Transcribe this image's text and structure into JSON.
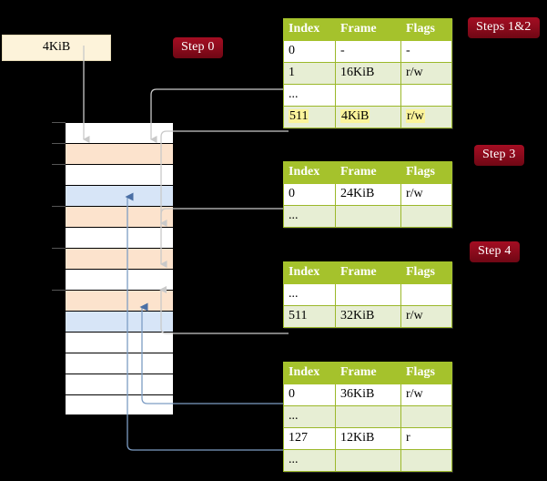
{
  "diagram": {
    "title": "Page table walk",
    "background": "#000000",
    "colors": {
      "header_green": "#a5c22c",
      "row_alt": "#e7eed4",
      "badge_red": "#8e0b1d",
      "mem_peach": "#fce3cd",
      "mem_blue": "#d7e5f7",
      "page_box": "#fdf3da",
      "highlight_yellow": "#fbf49b",
      "wire_gray": "#c9c9c9",
      "wire_blue": "#7d9dc4"
    }
  },
  "page_box": {
    "label": "4KiB"
  },
  "badges": [
    {
      "name": "step-0",
      "label": "Step 0"
    },
    {
      "name": "steps-1-2",
      "label": "Steps 1&2"
    },
    {
      "name": "step-3",
      "label": "Step 3"
    },
    {
      "name": "step-4",
      "label": "Step 4"
    }
  ],
  "memory_column": {
    "name": "physical-memory-column",
    "rows": [
      {
        "fill": "white"
      },
      {
        "fill": "peach"
      },
      {
        "fill": "white"
      },
      {
        "fill": "blue"
      },
      {
        "fill": "peach"
      },
      {
        "fill": "white"
      },
      {
        "fill": "peach"
      },
      {
        "fill": "white"
      },
      {
        "fill": "peach"
      },
      {
        "fill": "blue"
      },
      {
        "fill": "white"
      },
      {
        "fill": "white"
      },
      {
        "fill": "white"
      },
      {
        "fill": "white"
      }
    ]
  },
  "tables": [
    {
      "name": "page-table-level-4",
      "columns": [
        "Index",
        "Frame",
        "Flags"
      ],
      "rows": [
        {
          "style": "plain",
          "cells": [
            "0",
            "-",
            "-"
          ],
          "highlight": false
        },
        {
          "style": "alt",
          "cells": [
            "1",
            "16KiB",
            "r/w"
          ],
          "highlight": false
        },
        {
          "style": "plain",
          "cells": [
            "...",
            "",
            ""
          ],
          "highlight": false
        },
        {
          "style": "alt",
          "cells": [
            "511",
            "4KiB",
            "r/w"
          ],
          "highlight": true
        }
      ]
    },
    {
      "name": "page-table-level-3",
      "columns": [
        "Index",
        "Frame",
        "Flags"
      ],
      "rows": [
        {
          "style": "plain",
          "cells": [
            "0",
            "24KiB",
            "r/w"
          ],
          "highlight": false
        },
        {
          "style": "alt",
          "cells": [
            "...",
            "",
            ""
          ],
          "highlight": false
        }
      ]
    },
    {
      "name": "page-table-level-2",
      "columns": [
        "Index",
        "Frame",
        "Flags"
      ],
      "rows": [
        {
          "style": "plain",
          "cells": [
            "...",
            "",
            ""
          ],
          "highlight": false
        },
        {
          "style": "alt",
          "cells": [
            "511",
            "32KiB",
            "r/w"
          ],
          "highlight": false
        }
      ]
    },
    {
      "name": "page-table-level-1",
      "columns": [
        "Index",
        "Frame",
        "Flags"
      ],
      "rows": [
        {
          "style": "plain",
          "cells": [
            "0",
            "36KiB",
            "r/w"
          ],
          "highlight": false
        },
        {
          "style": "alt",
          "cells": [
            "...",
            "",
            ""
          ],
          "highlight": false
        },
        {
          "style": "plain",
          "cells": [
            "127",
            "12KiB",
            "r"
          ],
          "highlight": false
        },
        {
          "style": "alt",
          "cells": [
            "...",
            "",
            ""
          ],
          "highlight": false
        }
      ]
    }
  ]
}
